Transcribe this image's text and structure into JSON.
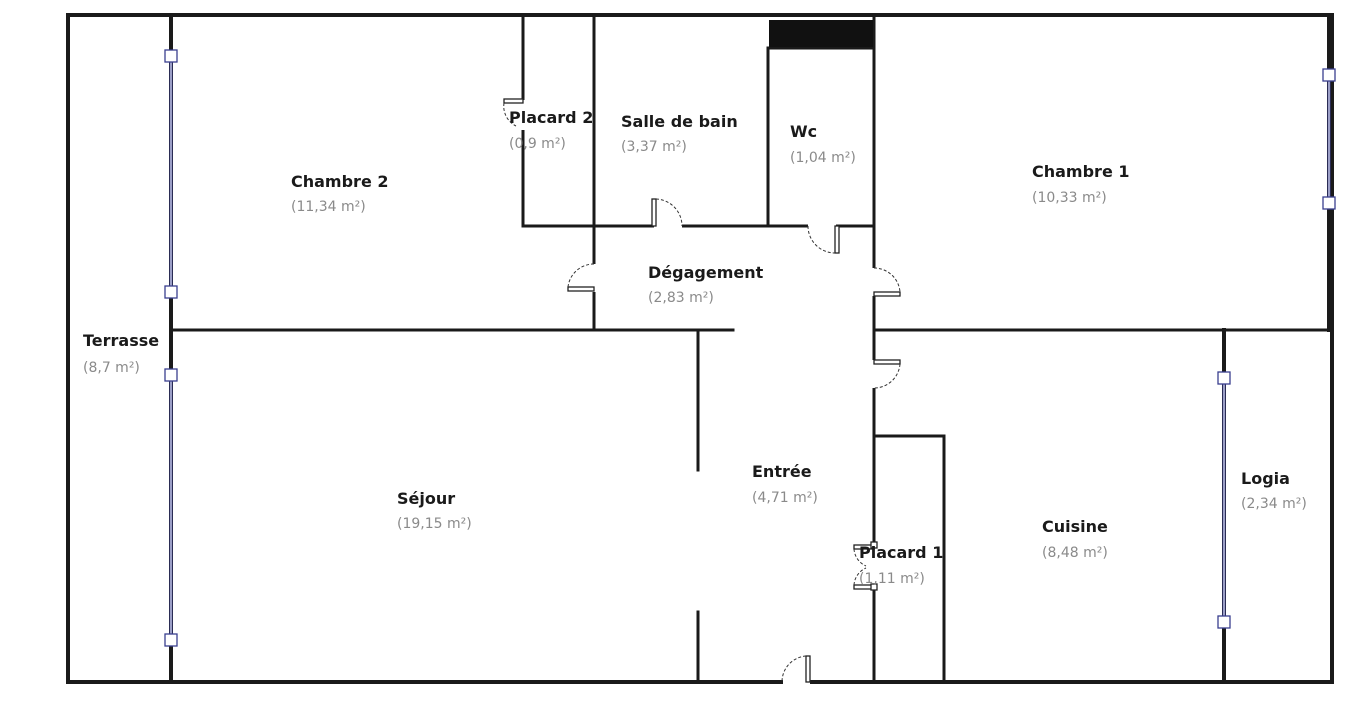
{
  "rooms": [
    {
      "id": "chambre-2",
      "name": "Chambre 2",
      "area": "(11,34 m²)"
    },
    {
      "id": "placard-2",
      "name": "Placard 2",
      "area": "(0,9 m²)"
    },
    {
      "id": "salle-de-bain",
      "name": "Salle de bain",
      "area": "(3,37 m²)"
    },
    {
      "id": "wc",
      "name": "Wc",
      "area": "(1,04 m²)"
    },
    {
      "id": "chambre-1",
      "name": "Chambre 1",
      "area": "(10,33 m²)"
    },
    {
      "id": "degagement",
      "name": "Dégagement",
      "area": "(2,83 m²)"
    },
    {
      "id": "terrasse",
      "name": "Terrasse",
      "area": "(8,7 m²)"
    },
    {
      "id": "sejour",
      "name": "Séjour",
      "area": "(19,15 m²)"
    },
    {
      "id": "entree",
      "name": "Entrée",
      "area": "(4,71 m²)"
    },
    {
      "id": "placard-1",
      "name": "Placard 1",
      "area": "(1,11 m²)"
    },
    {
      "id": "cuisine",
      "name": "Cuisine",
      "area": "(8,48 m²)"
    },
    {
      "id": "logia",
      "name": "Logia",
      "area": "(2,34 m²)"
    }
  ],
  "colors": {
    "wall": "#1a1a1a",
    "window": "#3a3f8f",
    "area_text": "#8a8a8a",
    "background": "#ffffff"
  }
}
